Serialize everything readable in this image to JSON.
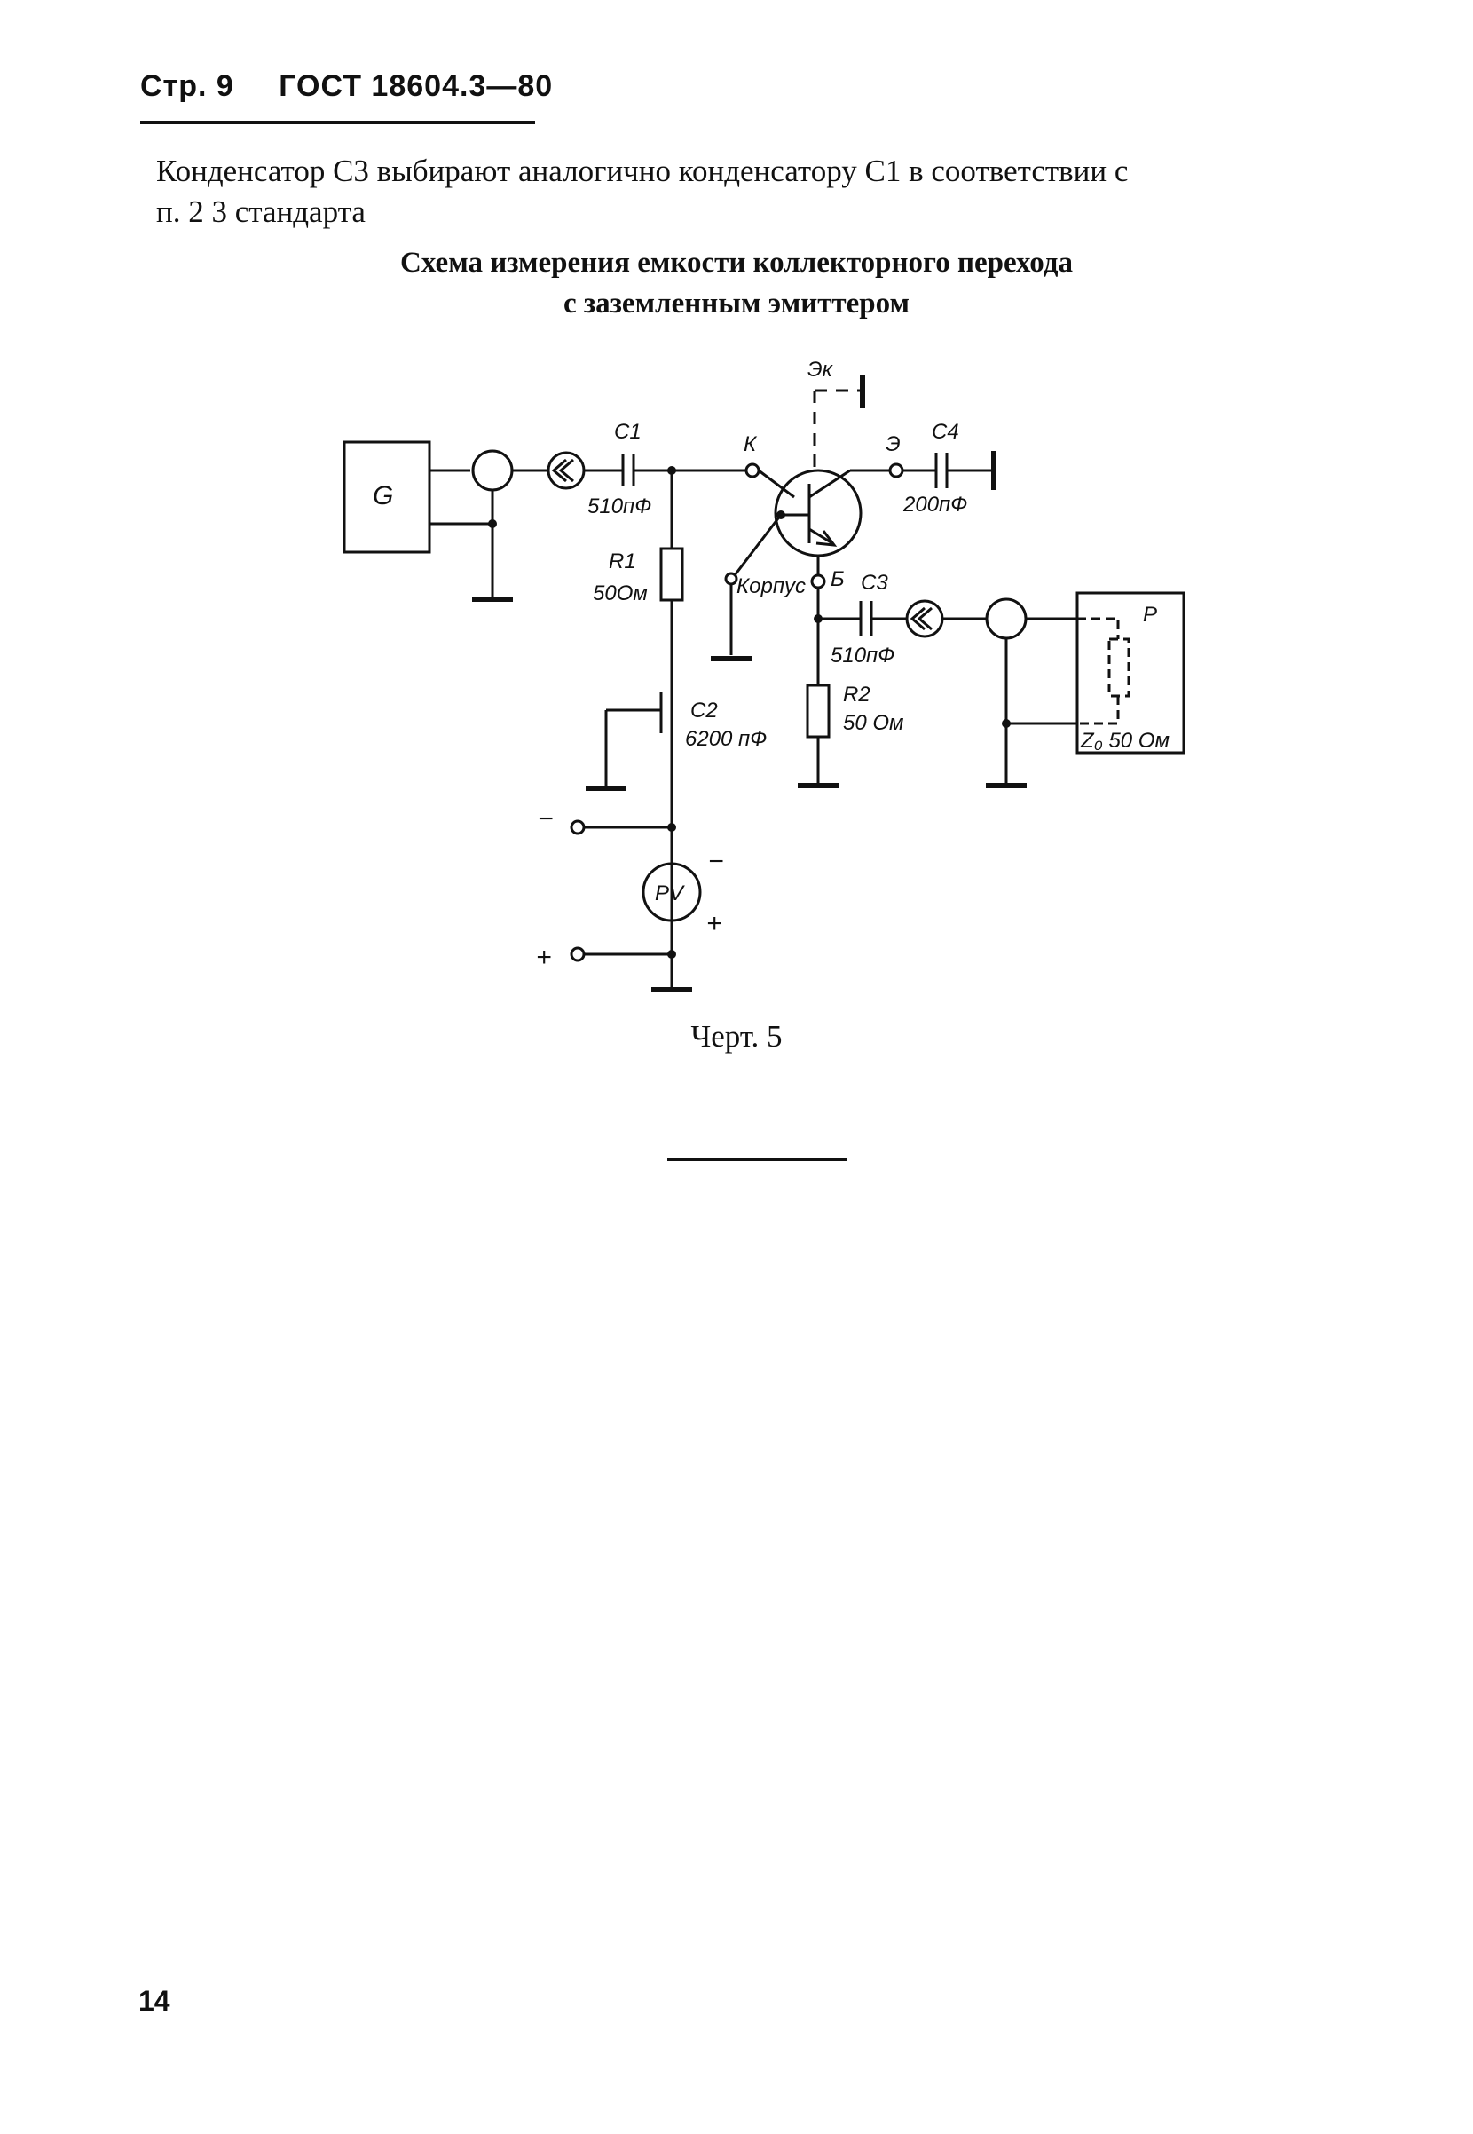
{
  "header": {
    "page": "Стр. 9",
    "standard": "ГОСТ 18604.3—80"
  },
  "body": {
    "line1": "Конденсатор C3 выбирают аналогично конденсатору C1 в соответствии с",
    "line2": "п. 2 3 стандарта"
  },
  "figure": {
    "title_line1": "Схема измерения емкости коллекторного перехода",
    "title_line2": "с заземленным эмиттером",
    "caption": "Черт. 5",
    "labels": {
      "generator": "G",
      "c1": "C1",
      "c1_value": "510пФ",
      "r1": "R1",
      "r1_value": "50Ом",
      "c2": "C2",
      "c2_value": "6200 пФ",
      "collector": "К",
      "emitter": "Э",
      "emitter_k": "Эк",
      "base": "Б",
      "case": "Корпус",
      "c4": "C4",
      "c4_value": "200пФ",
      "c3": "C3",
      "c3_value": "510пФ",
      "r2": "R2",
      "r2_value": "50 Ом",
      "meter": "P",
      "impedance": "Z₀ 50 Ом",
      "voltmeter": "PV",
      "minus": "−",
      "plus": "+"
    }
  },
  "footer": {
    "page_number": "14"
  }
}
